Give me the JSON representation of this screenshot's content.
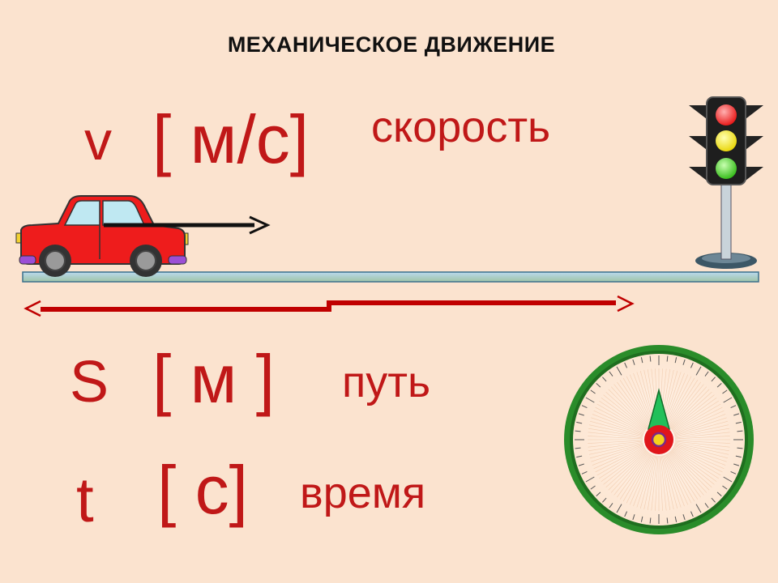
{
  "title": "МЕХАНИЧЕСКОЕ ДВИЖЕНИЕ",
  "rows": [
    {
      "symbol": "v",
      "unit": "[ м/с]",
      "name": "скорость"
    },
    {
      "symbol": "S",
      "unit": "[ м ]",
      "name": "путь"
    },
    {
      "symbol": "t",
      "unit": "[ с]",
      "name": "время"
    }
  ],
  "colors": {
    "background": "#fbe3cf",
    "text_red": "#c01818",
    "car_body": "#ee1c1c",
    "arrow_red": "#c00000",
    "traffic_red": "#ff2a2a",
    "traffic_yellow": "#ffee00",
    "traffic_green": "#44cc22",
    "dial_ring": "#2a8c2a"
  },
  "icons": [
    "car-icon",
    "traffic-light-icon",
    "stopwatch-icon",
    "velocity-arrow-icon",
    "distance-arrow-icon"
  ]
}
